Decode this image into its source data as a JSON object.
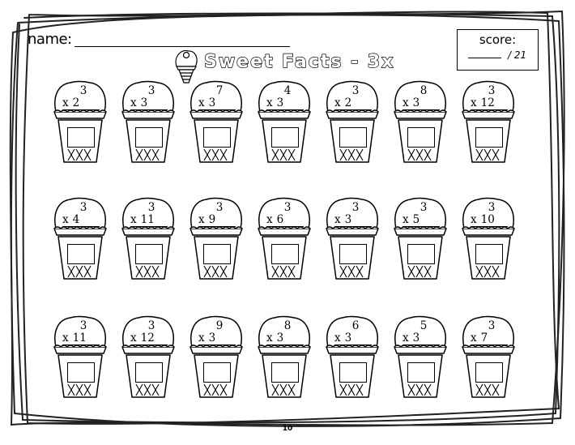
{
  "header": {
    "name_label": "name:",
    "title": "Sweet Facts - 3x",
    "title_icon": "ice-cream-icon"
  },
  "score": {
    "label": "score:",
    "total": "/ 21"
  },
  "problems": [
    {
      "top": "3",
      "op": "x",
      "bottom": "2"
    },
    {
      "top": "3",
      "op": "x",
      "bottom": "3"
    },
    {
      "top": "7",
      "op": "x",
      "bottom": "3"
    },
    {
      "top": "4",
      "op": "x",
      "bottom": "3"
    },
    {
      "top": "3",
      "op": "x",
      "bottom": "2"
    },
    {
      "top": "8",
      "op": "x",
      "bottom": "3"
    },
    {
      "top": "3",
      "op": "x",
      "bottom": "12"
    },
    {
      "top": "3",
      "op": "x",
      "bottom": "4"
    },
    {
      "top": "3",
      "op": "x",
      "bottom": "11"
    },
    {
      "top": "3",
      "op": "x",
      "bottom": "9"
    },
    {
      "top": "3",
      "op": "x",
      "bottom": "6"
    },
    {
      "top": "3",
      "op": "x",
      "bottom": "3"
    },
    {
      "top": "3",
      "op": "x",
      "bottom": "5"
    },
    {
      "top": "3",
      "op": "x",
      "bottom": "10"
    },
    {
      "top": "3",
      "op": "x",
      "bottom": "11"
    },
    {
      "top": "3",
      "op": "x",
      "bottom": "12"
    },
    {
      "top": "9",
      "op": "x",
      "bottom": "3"
    },
    {
      "top": "8",
      "op": "x",
      "bottom": "3"
    },
    {
      "top": "6",
      "op": "x",
      "bottom": "3"
    },
    {
      "top": "5",
      "op": "x",
      "bottom": "3"
    },
    {
      "top": "3",
      "op": "x",
      "bottom": "7"
    }
  ],
  "footer": {
    "page_number": "10"
  }
}
